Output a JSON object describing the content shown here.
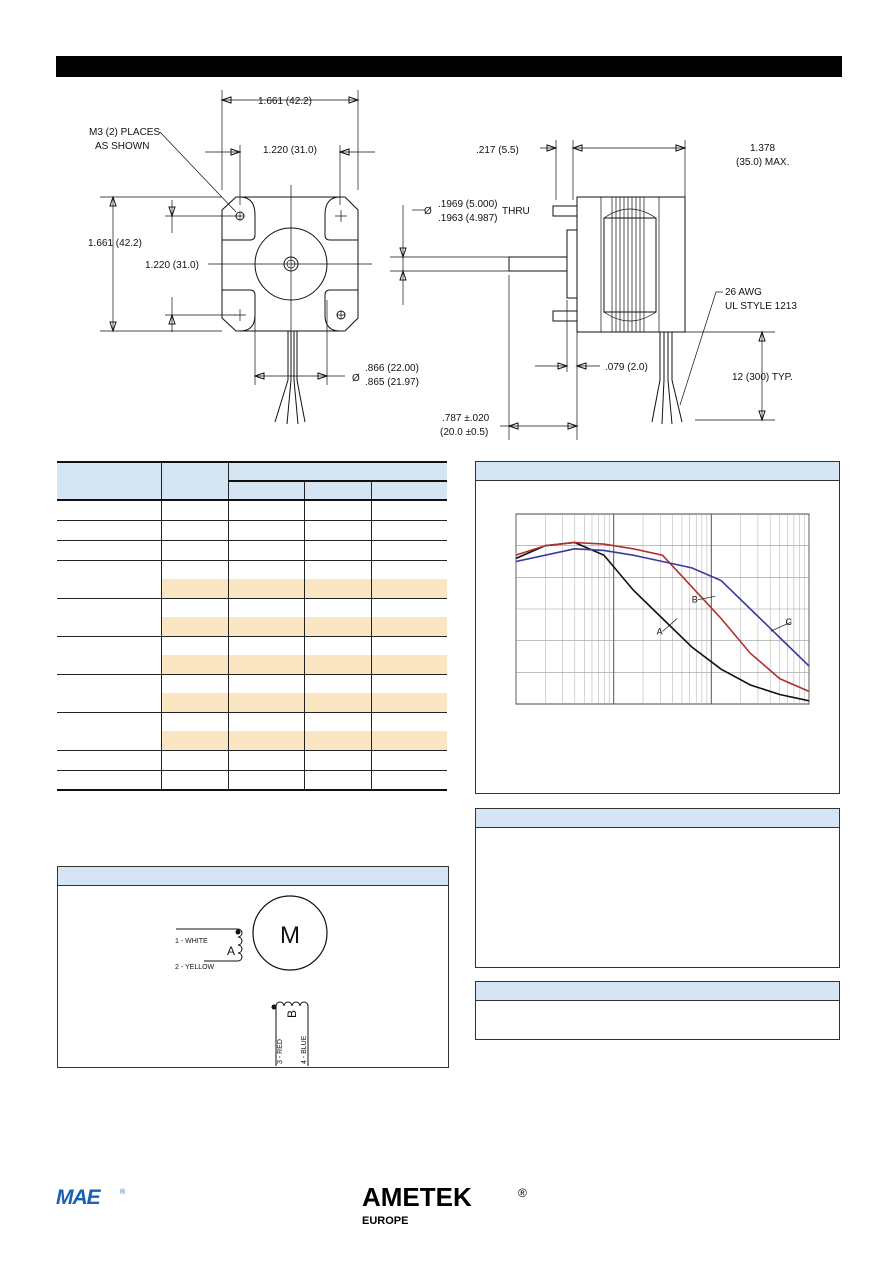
{
  "drawing": {
    "front_width_overall": "1.661 (42.2)",
    "front_width_bolt": "1.220 (31.0)",
    "mounting_note_line1": "M3 (2) PLACES",
    "mounting_note_line2": "AS SHOWN",
    "front_height_overall": "1.661 (42.2)",
    "front_height_bolt": "1.220 (31.0)",
    "pilot_dia_symbol": "Ø",
    "pilot_dia_max": ".866 (22.00)",
    "pilot_dia_min": ".865 (21.97)",
    "flange_thickness": ".217 (5.5)",
    "body_length_line1": "1.378",
    "body_length_line2": "(35.0) MAX.",
    "shaft_dia_symbol": "Ø",
    "shaft_dia_max": ".1969 (5.000)",
    "shaft_dia_min": ".1963 (4.987)",
    "shaft_thru": "THRU",
    "lead_gauge_line1": "26 AWG",
    "lead_gauge_line2": "UL STYLE 1213",
    "pilot_depth": ".079 (2.0)",
    "lead_length": "12 (300) TYP.",
    "shaft_length_line1": ".787 ±.020",
    "shaft_length_line2": "(20.0 ±0.5)"
  },
  "chart_data": {
    "type": "line",
    "title": "",
    "xlabel": "",
    "ylabel": "",
    "series": [
      {
        "name": "A",
        "color": "#111111",
        "x": [
          0,
          10,
          20,
          30,
          40,
          50,
          60,
          70,
          80,
          90,
          100
        ],
        "y": [
          4.6,
          5.0,
          5.1,
          4.7,
          3.6,
          2.7,
          1.8,
          1.1,
          0.6,
          0.3,
          0.1
        ]
      },
      {
        "name": "B",
        "color": "#b03030",
        "x": [
          0,
          10,
          20,
          30,
          40,
          50,
          60,
          70,
          80,
          90,
          100
        ],
        "y": [
          4.7,
          5.0,
          5.1,
          5.05,
          4.9,
          4.7,
          3.7,
          2.7,
          1.6,
          0.8,
          0.4
        ]
      },
      {
        "name": "C",
        "color": "#3a3aa0",
        "x": [
          0,
          10,
          20,
          30,
          40,
          50,
          60,
          70,
          80,
          90,
          100
        ],
        "y": [
          4.5,
          4.7,
          4.9,
          4.85,
          4.7,
          4.5,
          4.3,
          3.9,
          3.0,
          2.1,
          1.2
        ]
      }
    ],
    "xlim": [
      0,
      100
    ],
    "ylim": [
      0,
      6
    ],
    "grid": true,
    "legend": "inline-labels"
  },
  "wiring": {
    "motor_letter": "M",
    "phase_a": "A",
    "phase_b": "B",
    "wire_1": "1 - WHITE",
    "wire_2": "2 - YELLOW",
    "wire_3": "3 - RED",
    "wire_4": "4 - BLUE"
  },
  "brand": {
    "mae_logo": "MAE",
    "mae_reg": "®",
    "ametek_logo": "AMETEK",
    "ametek_reg": "®",
    "ametek_sub": "EUROPE",
    "ametek_color": "#000000",
    "mae_color": "#1a5fb4"
  }
}
